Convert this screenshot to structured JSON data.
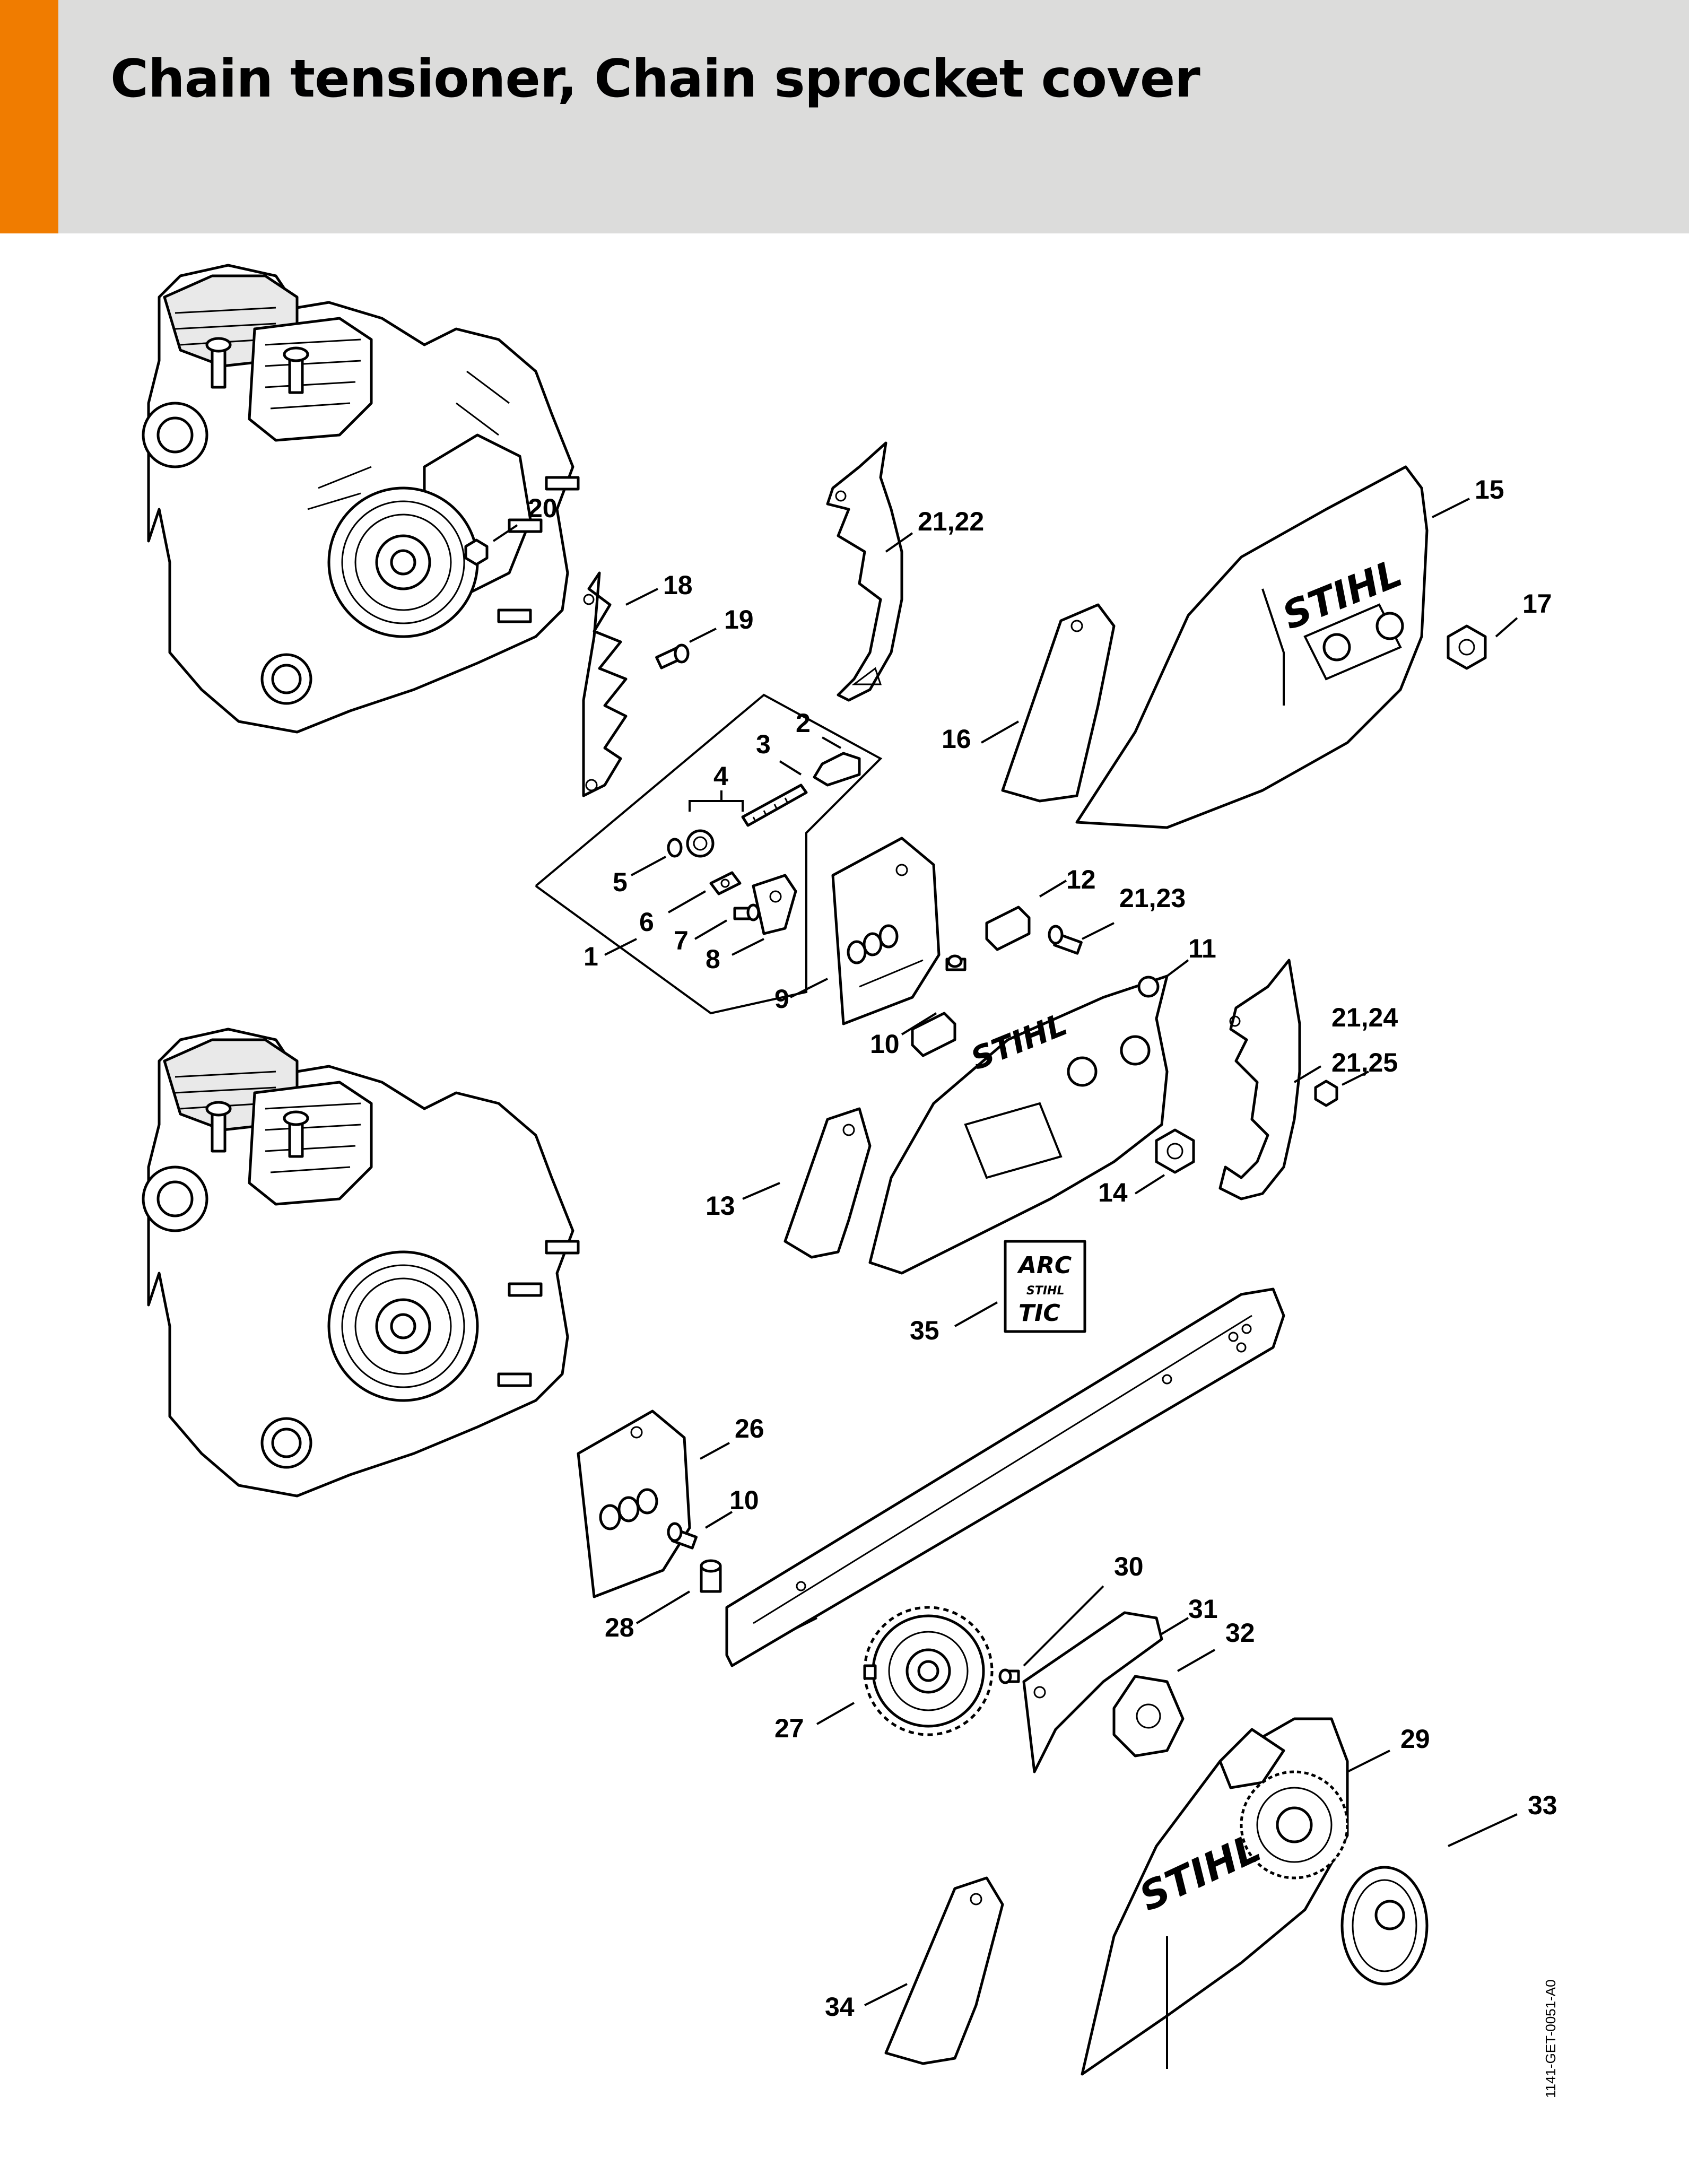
{
  "header": {
    "title": "Chain tensioner, Chain sprocket cover",
    "accent_color": "#f07c00",
    "background_color": "#dcdcdb"
  },
  "diagram": {
    "drawing_code": "1141-GET-0051-A0",
    "brand_marks": [
      "STIHL",
      "ARC TIC"
    ],
    "part_labels": [
      "1",
      "2",
      "3",
      "4",
      "5",
      "6",
      "7",
      "8",
      "9",
      "10",
      "11",
      "12",
      "13",
      "14",
      "15",
      "16",
      "17",
      "18",
      "19",
      "20",
      "21,22",
      "21,23",
      "21,24",
      "21,25",
      "26",
      "10",
      "27",
      "28",
      "29",
      "30",
      "31",
      "32",
      "33",
      "34",
      "35"
    ]
  }
}
